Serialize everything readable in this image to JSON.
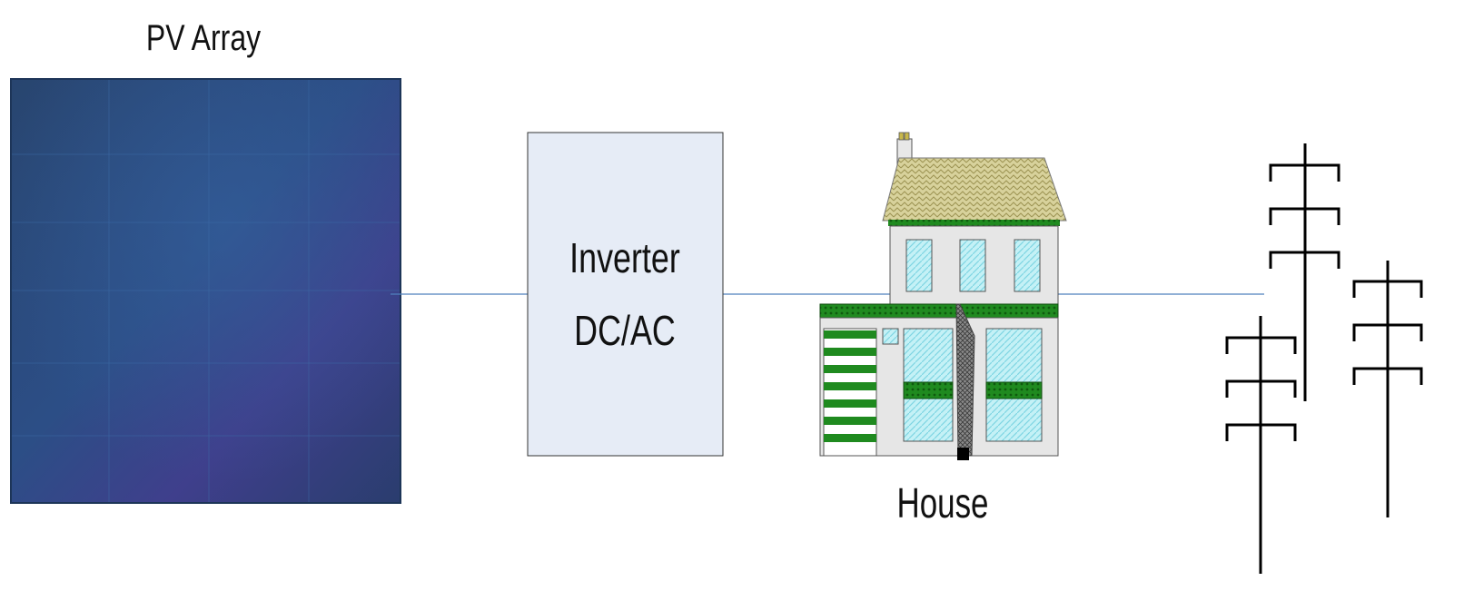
{
  "pv_array": {
    "label": "PV Array"
  },
  "inverter": {
    "line1": "Inverter",
    "line2": "DC/AC"
  },
  "house": {
    "label": "House"
  },
  "colors": {
    "panel_dark": "#25426e",
    "panel_mid": "#2f4f86",
    "panel_purple": "#4a3f8c",
    "inverter_fill": "#e6ecf6",
    "connector": "#4f81bd",
    "roof": "#cfc98a",
    "trim_green": "#1a8a1a",
    "window": "#bdeff5",
    "wall": "#e6e6e6"
  },
  "icons": [
    "solar-panel-icon",
    "house-icon",
    "power-pylon-icon"
  ]
}
